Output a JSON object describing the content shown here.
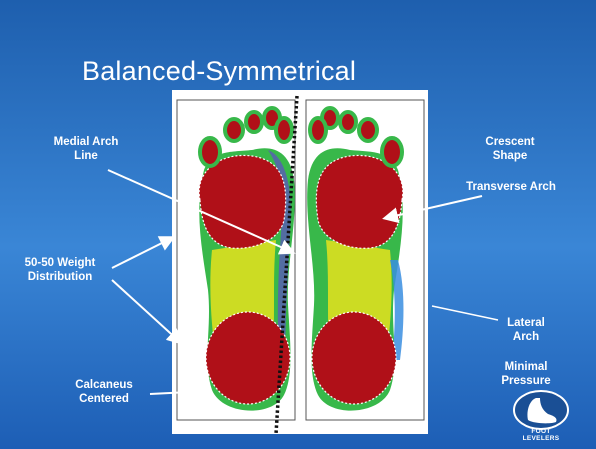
{
  "slide": {
    "title": "Balanced-Symmetrical"
  },
  "labels": {
    "medial_arch_line": "Medial Arch Line",
    "weight_distribution": "50-50 Weight Distribution",
    "calcaneus_centered": "Calcaneus Centered",
    "crescent_shape": "Crescent Shape",
    "transverse_arch": "Transverse Arch",
    "lateral_arch": "Lateral Arch",
    "minimal_pressure": "Minimal Pressure"
  },
  "logo": {
    "text": "FOOT LEVELERS"
  },
  "pressure_colors": {
    "high": "#b01018",
    "medium_high": "#e6e21c",
    "medium": "#38b84a",
    "low": "#3a8ee0",
    "minimal": "#5a5ab8"
  }
}
